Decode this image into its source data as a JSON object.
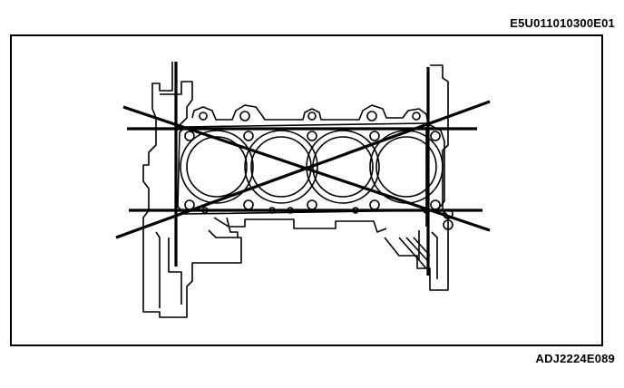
{
  "figure": {
    "reference_code": "E5U011010300E01",
    "figure_code": "ADJ2224E089"
  },
  "drawing": {
    "subject": "cylinder-block-deck-flatness-check",
    "cylinder_count": 4,
    "measurement_lines": 6,
    "line_color": "#000000"
  }
}
